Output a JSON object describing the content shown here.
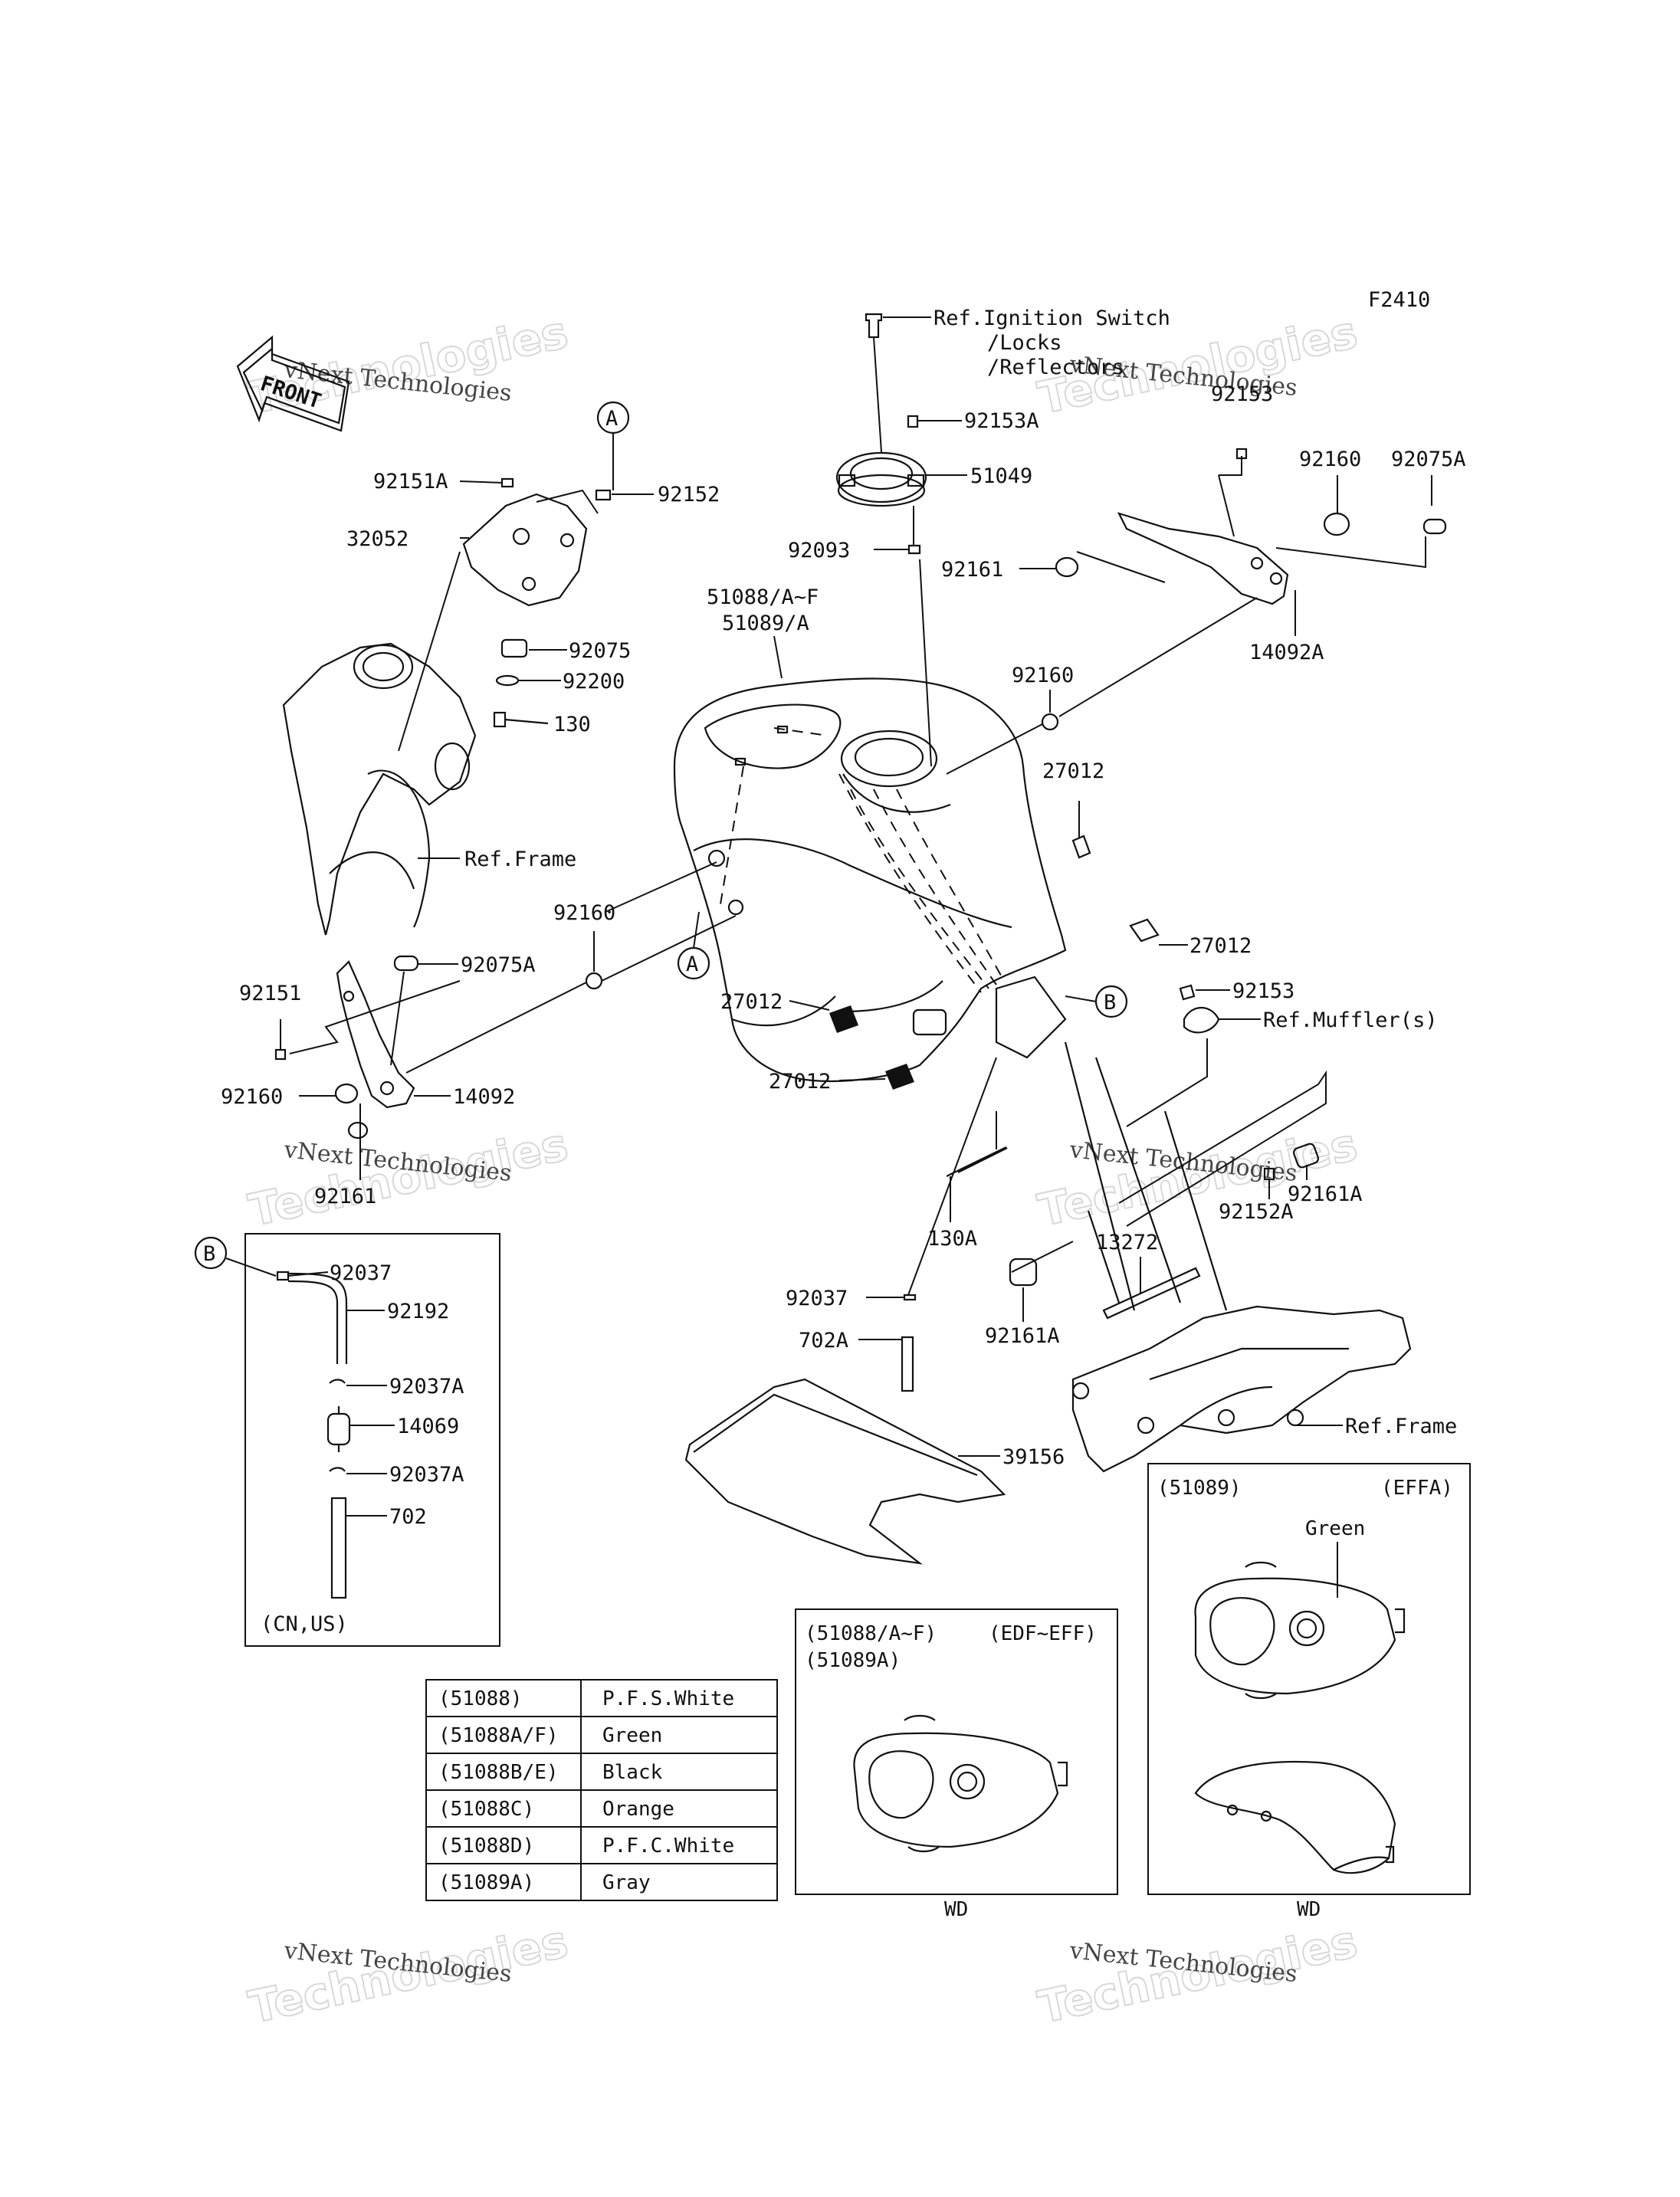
{
  "figure_code": "F2410",
  "front_label": "FRONT",
  "watermark": {
    "line1": "vNext Technologies",
    "line2": "Technologies"
  },
  "callouts": {
    "c_A": "A",
    "c_B": "B"
  },
  "labels": {
    "ref_ignition_1": "Ref.Ignition Switch",
    "ref_ignition_2": "/Locks",
    "ref_ignition_3": "/Reflectors",
    "p92153A": "92153A",
    "p51049": "51049",
    "p92093": "92093",
    "p92161_top": "92161",
    "p51088": "51088/A~F",
    "p51089": "51089/A",
    "p92160_tr1": "92160",
    "p92075A_tr": "92075A",
    "p14092A": "14092A",
    "p92160_tr2": "92160",
    "p27012_a": "27012",
    "p27012_b": "27012",
    "p27012_c": "27012",
    "p27012_d": "27012",
    "p92151A": "92151A",
    "p92152": "92152",
    "p32052": "32052",
    "p92075": "92075",
    "p92200": "92200",
    "p130": "130",
    "ref_frame_1": "Ref.Frame",
    "p92160_l": "92160",
    "p92075A_l": "92075A",
    "p92151": "92151",
    "p92160_l2": "92160",
    "p14092": "14092",
    "p92161_l": "92161",
    "p92153": "92153",
    "ref_muffler": "Ref.Muffler(s)",
    "p92161A_r": "92161A",
    "p92152A": "92152A",
    "p130A": "130A",
    "p13272": "13272",
    "p92037_c": "92037",
    "p702A": "702A",
    "p92161A_c": "92161A",
    "ref_frame_2": "Ref.Frame",
    "p39156": "39156"
  },
  "inset_cn_us": {
    "items": [
      "92037",
      "92192",
      "92037A",
      "14069",
      "92037A",
      "702"
    ],
    "footer": "(CN,US)"
  },
  "color_table": {
    "rows": [
      {
        "code": "(51088)",
        "color": "P.F.S.White"
      },
      {
        "code": "(51088A/F)",
        "color": "Green"
      },
      {
        "code": "(51088B/E)",
        "color": "Black"
      },
      {
        "code": "(51088C)",
        "color": "Orange"
      },
      {
        "code": "(51088D)",
        "color": "P.F.C.White"
      },
      {
        "code": "(51089A)",
        "color": "Gray"
      }
    ]
  },
  "inset_edf": {
    "line1": "(51088/A~F)",
    "line2": "(51089A)",
    "models": "(EDF~EFF)",
    "footer": "WD"
  },
  "inset_effa": {
    "part": "(51089)",
    "models": "(EFFA)",
    "color": "Green",
    "footer": "WD"
  }
}
